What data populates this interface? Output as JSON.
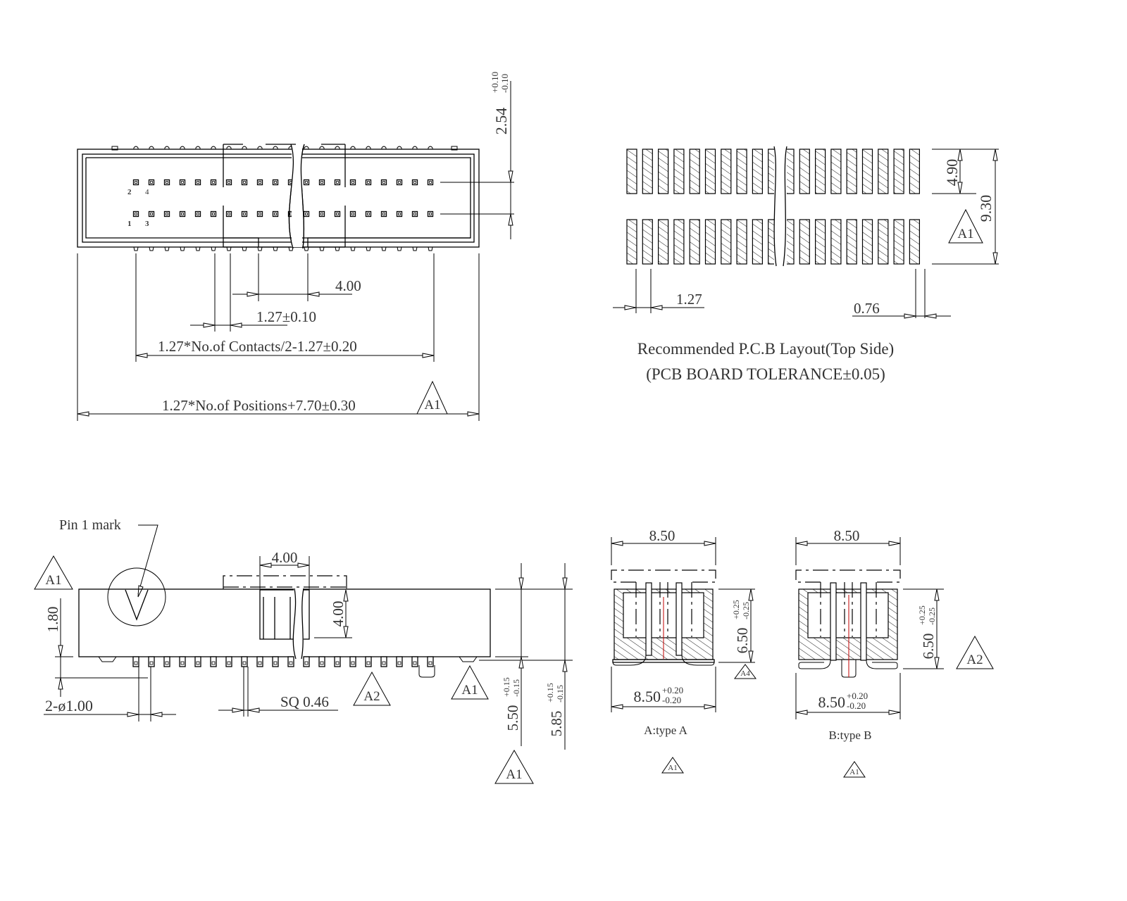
{
  "top_view": {
    "pin_labels_top": [
      "2",
      "4"
    ],
    "pin_labels_bottom": [
      "1",
      "3"
    ],
    "dim_row_pitch": "2.54",
    "dim_row_pitch_tol_plus": "+0.10",
    "dim_row_pitch_tol_minus": "-0.10",
    "dim_key_width": "4.00",
    "dim_pitch": "1.27±0.10",
    "dim_contacts": "1.27*No.of Contacts/2-1.27±0.20",
    "dim_overall": "1.27*No.of Positions+7.70±0.30",
    "rev_mark": "A1"
  },
  "pcb_layout": {
    "dim_row_spacing": "4.90",
    "dim_total": "9.30",
    "dim_pitch": "1.27",
    "dim_pad_width": "0.76",
    "rev_mark": "A1",
    "title": "Recommended P.C.B Layout(Top Side)",
    "subtitle": "(PCB BOARD TOLERANCE±0.05)"
  },
  "side_view": {
    "pin1_label": "Pin 1 mark",
    "rev_mark_left": "A1",
    "dim_height": "1.80",
    "dim_key_width": "4.00",
    "dim_key_depth": "4.00",
    "dim_holes": "2-ø1.00",
    "dim_pin_square": "SQ 0.46",
    "rev_mark_pins": "A2",
    "rev_mark_right": "A1",
    "dim_height_a": "5.50",
    "dim_height_a_tol_plus": "+0.15",
    "dim_height_a_tol_minus": "-0.15",
    "dim_height_b": "5.85",
    "dim_height_b_tol_plus": "+0.15",
    "dim_height_b_tol_minus": "-0.15",
    "rev_mark_bottom": "A1"
  },
  "type_a": {
    "dim_top": "8.50",
    "dim_height": "6.50",
    "dim_height_tol_plus": "+0.25",
    "dim_height_tol_minus": "-0.25",
    "dim_bottom": "8.50",
    "dim_bottom_tol_plus": "+0.20",
    "dim_bottom_tol_minus": "-0.20",
    "rev_mark_side": "A4",
    "caption": "A:type A",
    "rev_mark": "A1"
  },
  "type_b": {
    "dim_top": "8.50",
    "dim_height": "6.50",
    "dim_height_tol_plus": "+0.25",
    "dim_height_tol_minus": "-0.25",
    "dim_bottom": "8.50",
    "dim_bottom_tol_plus": "+0.20",
    "dim_bottom_tol_minus": "-0.20",
    "rev_mark_side": "A2",
    "caption": "B:type B",
    "rev_mark": "A1"
  },
  "colors": {
    "line": "#000000",
    "text": "#333333",
    "centerline": "#c00000"
  }
}
